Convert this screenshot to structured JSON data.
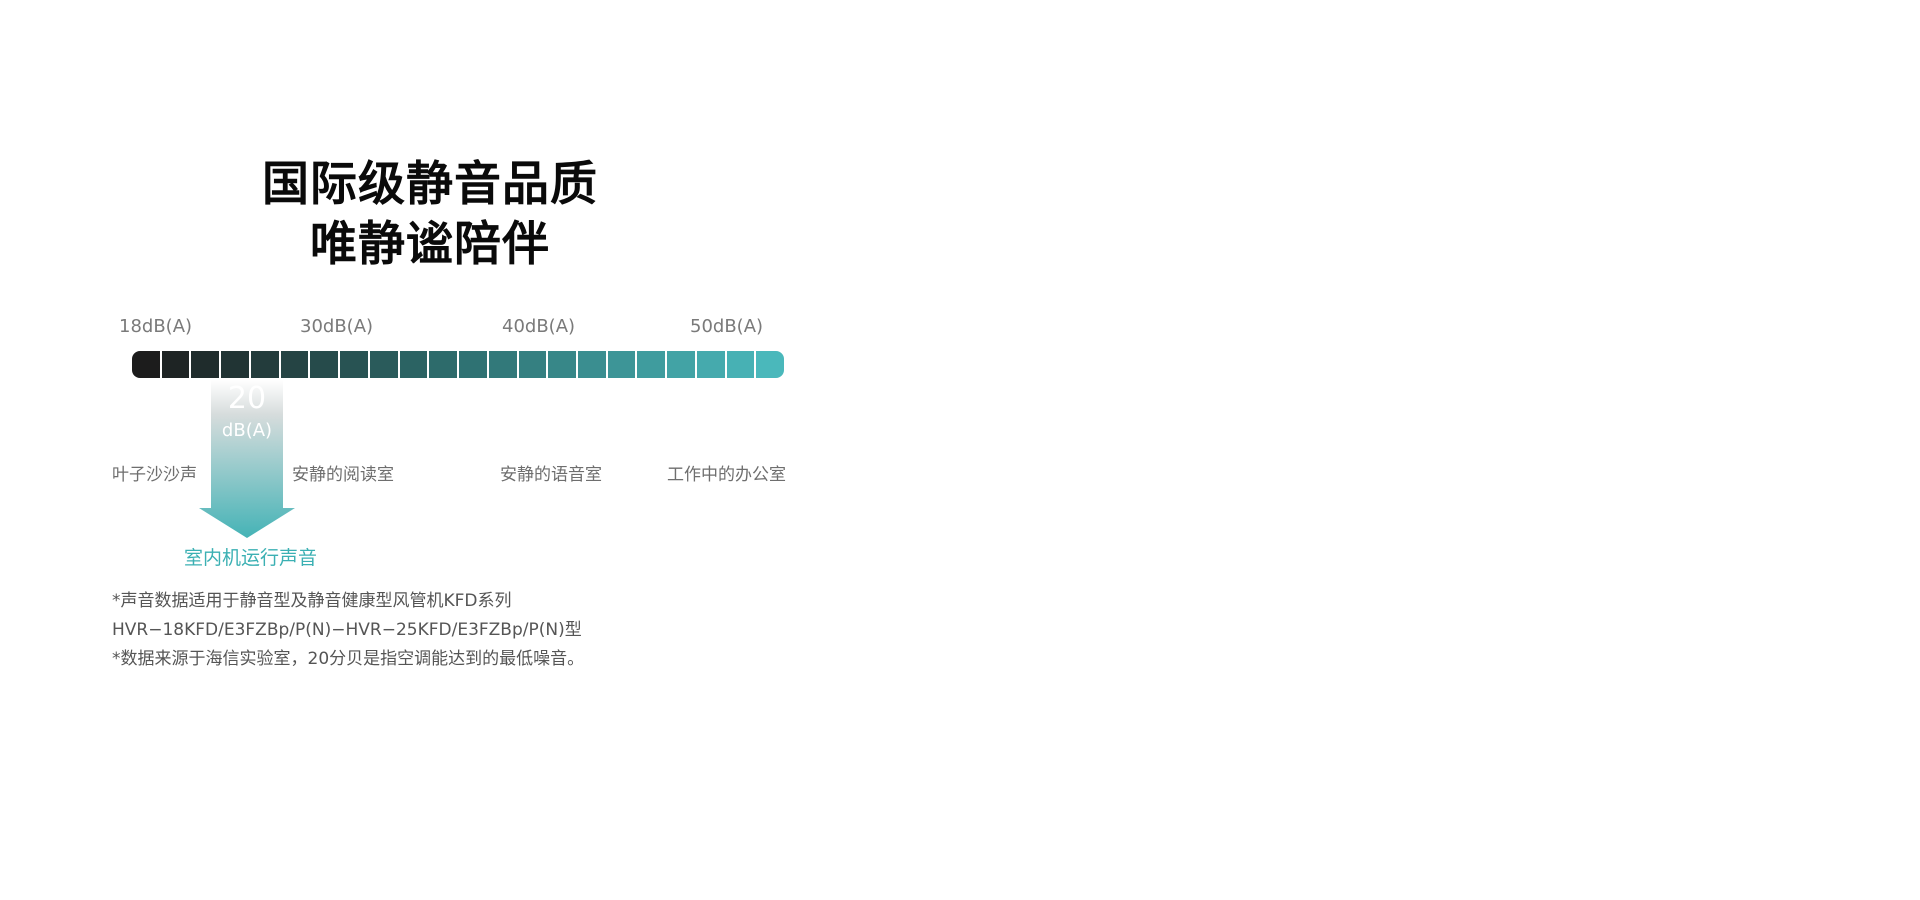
{
  "headline": {
    "line1": "国际级静音品质",
    "line2": "唯静谧陪伴"
  },
  "scale": {
    "db_labels": [
      "18dB(A)",
      "30dB(A)",
      "40dB(A)",
      "50dB(A)"
    ],
    "segment_count": 22,
    "color_start": "#1c1c1c",
    "color_mid": "#2e6f6f",
    "color_end": "#4ab8bb"
  },
  "indicator": {
    "value": "20",
    "unit": "dB(A)",
    "caption": "室内机运行声音",
    "caption_color": "#3bb0b3"
  },
  "scenes": [
    "叶子沙沙声",
    "安静的阅读室",
    "安静的语音室",
    "工作中的办公室"
  ],
  "notes": [
    "*声音数据适用于静音型及静音健康型风管机KFD系列",
    "HVR−18KFD/E3FZBp/P(N)−HVR−25KFD/E3FZBp/P(N)型",
    "*数据来源于海信实验室，20分贝是指空调能达到的最低噪音。"
  ]
}
